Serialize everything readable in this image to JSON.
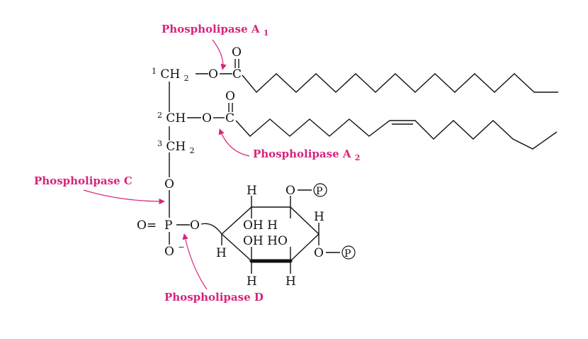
{
  "colors": {
    "label": "#d6247c",
    "ink": "#111111"
  },
  "labels": {
    "pla1_main": "Phospholipase A",
    "pla1_sub": "1",
    "pla2_main": "Phospholipase A",
    "pla2_sub": "2",
    "plc": "Phospholipase C",
    "pld": "Phospholipase D"
  },
  "atoms": {
    "c1_num": "1",
    "c1_main": "CH",
    "c1_sub": "2",
    "c2_num": "2",
    "c2_main": "CH",
    "c3_num": "3",
    "c3_main": "CH",
    "c3_sub": "2",
    "dash": "—",
    "o": "O",
    "c": "C",
    "o_minus": "O",
    "minus": "−",
    "p": "P",
    "o_eq": "O=",
    "h": "H",
    "oh": "OH",
    "ho": "HO",
    "oh_h": "OH  H",
    "oh_ho": "OH HO",
    "phos_circle": "P"
  }
}
